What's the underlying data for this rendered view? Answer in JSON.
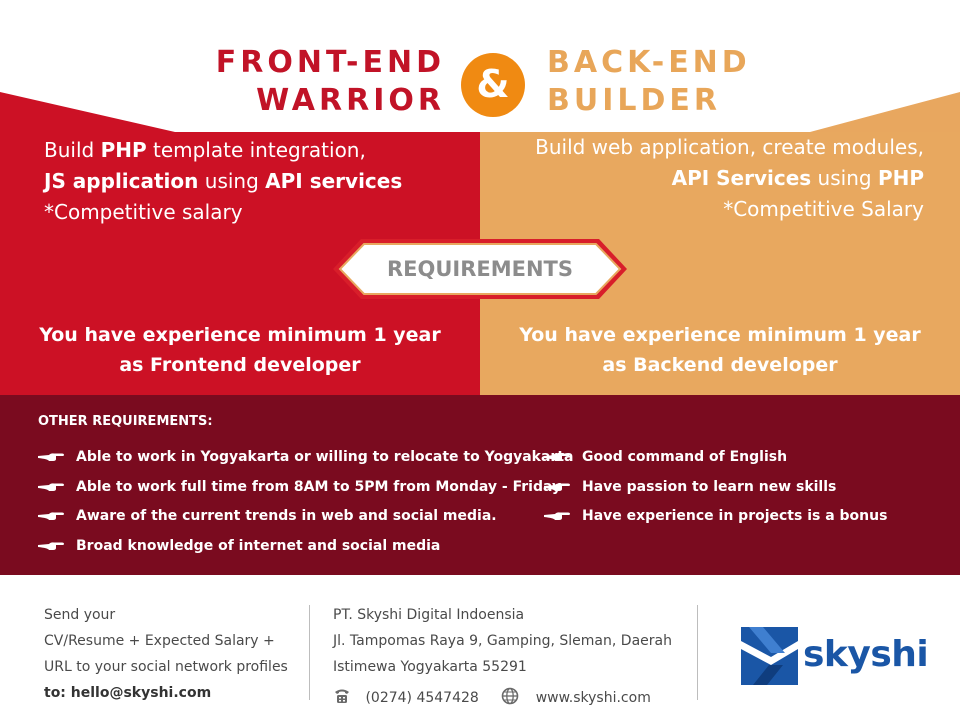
{
  "header": {
    "left_title": [
      "FRONT-END",
      "WARRIOR"
    ],
    "ampersand": "&",
    "right_title": [
      "BACK-END",
      "BUILDER"
    ]
  },
  "frontend": {
    "description": [
      [
        {
          "t": "Build ",
          "b": false
        },
        {
          "t": "PHP",
          "b": true
        },
        {
          "t": " template integration,",
          "b": false
        }
      ],
      [
        {
          "t": "JS application",
          "b": true
        },
        {
          "t": " using ",
          "b": false
        },
        {
          "t": "API services",
          "b": true
        }
      ],
      [
        {
          "t": "*Competitive salary",
          "b": false
        }
      ]
    ],
    "experience": [
      "You have experience minimum 1 year",
      "as Frontend developer"
    ]
  },
  "backend": {
    "description": [
      [
        {
          "t": "Build web application, create modules,",
          "b": false
        }
      ],
      [
        {
          "t": "API Services",
          "b": true
        },
        {
          "t": " using ",
          "b": false
        },
        {
          "t": "PHP",
          "b": true
        }
      ],
      [
        {
          "t": "*Competitive Salary",
          "b": false
        }
      ]
    ],
    "experience": [
      "You have experience minimum 1 year",
      "as Backend developer"
    ]
  },
  "requirements_label": "REQUIREMENTS",
  "other": {
    "title": "OTHER REQUIREMENTS:",
    "icon": "pointing-hand-icon",
    "col1": [
      "Able to work in Yogyakarta or willing to relocate to Yogyakarta",
      "Able to work full time from 8AM to 5PM from Monday - Friday",
      "Aware of the current trends in web and social media.",
      "Broad knowledge of internet and social media"
    ],
    "col2": [
      "Good command of English",
      "Have passion to learn new skills",
      "Have experience in projects is a bonus"
    ]
  },
  "footer": {
    "send": [
      "Send your",
      "CV/Resume + Expected Salary +",
      "URL to your social network profiles"
    ],
    "email": "to: hello@skyshi.com",
    "company": "PT. Skyshi Digital Indoensia",
    "address": [
      "Jl. Tampomas Raya 9, Gamping, Sleman, Daerah",
      "Istimewa Yogyakarta 55291"
    ],
    "phone": "(0274) 4547428",
    "website": "www.skyshi.com",
    "logo_text": "skyshi"
  },
  "colors": {
    "frontend_red": "#cc1125",
    "backend_orange": "#e8a85f",
    "other_bg": "#7a0b1f",
    "amp_orange": "#f08a12",
    "logo_blue": "#1a56a6"
  }
}
